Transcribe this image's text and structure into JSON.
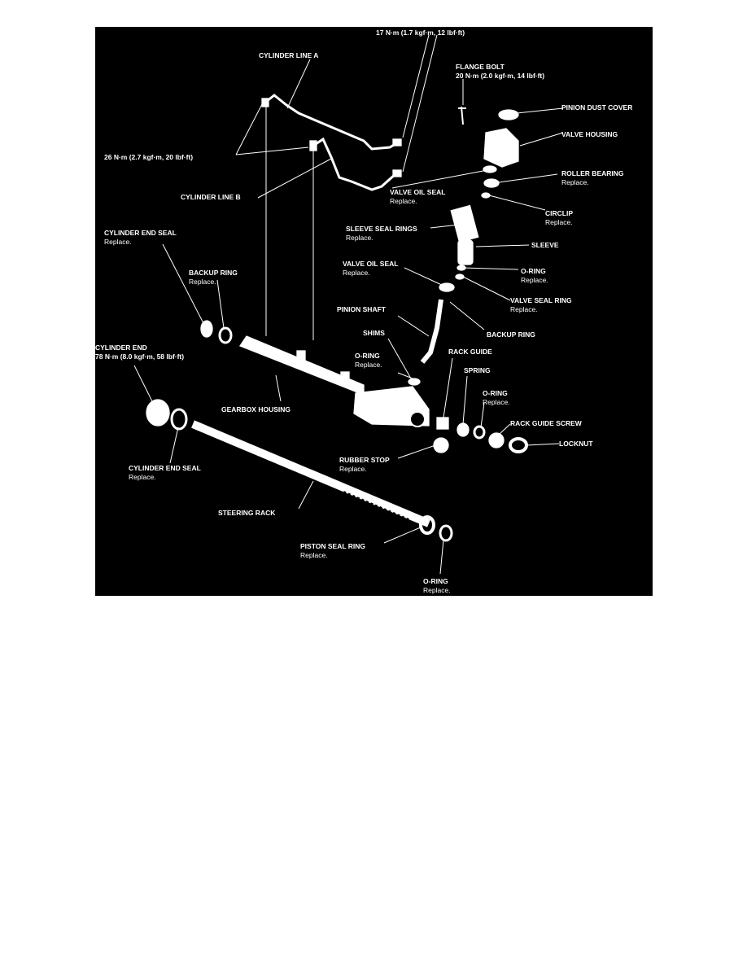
{
  "colors": {
    "background": "#000000",
    "linework": "#ffffff",
    "page": "#ffffff"
  },
  "labels": {
    "torque_17": {
      "title": "17 N·m (1.7 kgf·m, 12 lbf·ft)"
    },
    "cylinder_line_a": {
      "title": "CYLINDER LINE A"
    },
    "flange_bolt": {
      "title": "FLANGE BOLT",
      "sub": "20 N·m (2.0 kgf·m, 14 lbf·ft)"
    },
    "pinion_dust_cover": {
      "title": "PINION DUST COVER"
    },
    "valve_housing": {
      "title": "VALVE HOUSING"
    },
    "torque_26": {
      "title": "26 N·m (2.7 kgf·m, 20 lbf·ft)"
    },
    "roller_bearing": {
      "title": "ROLLER BEARING",
      "note": "Replace."
    },
    "valve_oil_seal_upper": {
      "title": "VALVE OIL SEAL",
      "note": "Replace."
    },
    "cylinder_line_b": {
      "title": "CYLINDER LINE B"
    },
    "circlip": {
      "title": "CIRCLIP",
      "note": "Replace."
    },
    "sleeve_seal_rings": {
      "title": "SLEEVE SEAL RINGS",
      "note": "Replace."
    },
    "cylinder_end_seal_upper": {
      "title": "CYLINDER END SEAL",
      "note": "Replace."
    },
    "sleeve": {
      "title": "SLEEVE"
    },
    "backup_ring_left": {
      "title": "BACKUP RING",
      "note": "Replace."
    },
    "valve_oil_seal_lower": {
      "title": "VALVE OIL SEAL",
      "note": "Replace."
    },
    "o_ring_upper": {
      "title": "O-RING",
      "note": "Replace."
    },
    "valve_seal_ring": {
      "title": "VALVE SEAL RING",
      "note": "Replace."
    },
    "pinion_shaft": {
      "title": "PINION SHAFT"
    },
    "backup_ring_right": {
      "title": "BACKUP RING"
    },
    "shims": {
      "title": "SHIMS"
    },
    "cylinder_end": {
      "title": "CYLINDER END",
      "sub": "78 N·m (8.0 kgf·m, 58 lbf·ft)"
    },
    "rack_guide": {
      "title": "RACK GUIDE"
    },
    "o_ring_middle": {
      "title": "O-RING",
      "note": "Replace."
    },
    "spring": {
      "title": "SPRING"
    },
    "o_ring_rack": {
      "title": "O-RING",
      "note": "Replace."
    },
    "gearbox_housing": {
      "title": "GEARBOX HOUSING"
    },
    "rack_guide_screw": {
      "title": "RACK GUIDE SCREW"
    },
    "locknut": {
      "title": "LOCKNUT"
    },
    "rubber_stop": {
      "title": "RUBBER STOP",
      "note": "Replace."
    },
    "cylinder_end_seal_lower": {
      "title": "CYLINDER END SEAL",
      "note": "Replace."
    },
    "steering_rack": {
      "title": "STEERING RACK"
    },
    "piston_seal_ring": {
      "title": "PISTON SEAL RING",
      "note": "Replace."
    },
    "o_ring_bottom": {
      "title": "O-RING",
      "note": "Replace."
    }
  }
}
